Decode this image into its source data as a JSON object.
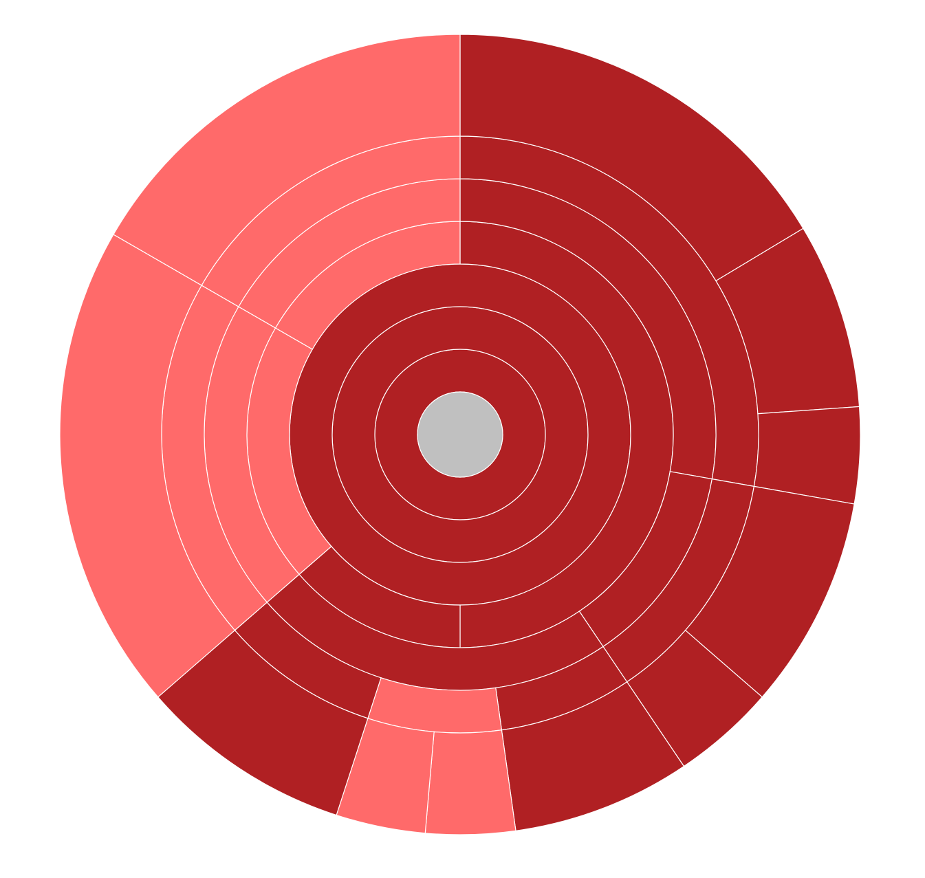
{
  "chart_data": {
    "type": "sunburst",
    "title": "",
    "colors": {
      "dark": "#B02023",
      "light": "#FF6A6A",
      "root": "#C0C0C0",
      "stroke": "#FFFFFF"
    },
    "root": {
      "name": "",
      "color": "#C0C0C0"
    },
    "segments": [
      {
        "level": 1,
        "start_deg": 0,
        "end_deg": 360,
        "tone": "dark"
      },
      {
        "level": 2,
        "start_deg": 0,
        "end_deg": 360,
        "tone": "dark"
      },
      {
        "level": 3,
        "start_deg": 0,
        "end_deg": 360,
        "tone": "dark"
      },
      {
        "level": 4,
        "start_deg": 0,
        "end_deg": 180,
        "tone": "dark"
      },
      {
        "level": 4,
        "start_deg": 180,
        "end_deg": 229,
        "tone": "dark"
      },
      {
        "level": 4,
        "start_deg": 229,
        "end_deg": 300,
        "tone": "light"
      },
      {
        "level": 4,
        "start_deg": 300,
        "end_deg": 360,
        "tone": "light"
      },
      {
        "level": 5,
        "start_deg": 0,
        "end_deg": 100,
        "tone": "dark"
      },
      {
        "level": 5,
        "start_deg": 100,
        "end_deg": 146,
        "tone": "dark"
      },
      {
        "level": 5,
        "start_deg": 146,
        "end_deg": 229,
        "tone": "dark"
      },
      {
        "level": 5,
        "start_deg": 229,
        "end_deg": 300,
        "tone": "light"
      },
      {
        "level": 5,
        "start_deg": 300,
        "end_deg": 360,
        "tone": "light"
      },
      {
        "level": 6,
        "start_deg": 0,
        "end_deg": 100,
        "tone": "dark"
      },
      {
        "level": 6,
        "start_deg": 100,
        "end_deg": 146,
        "tone": "dark"
      },
      {
        "level": 6,
        "start_deg": 146,
        "end_deg": 172,
        "tone": "dark"
      },
      {
        "level": 6,
        "start_deg": 172,
        "end_deg": 198,
        "tone": "light"
      },
      {
        "level": 6,
        "start_deg": 198,
        "end_deg": 229,
        "tone": "dark"
      },
      {
        "level": 6,
        "start_deg": 229,
        "end_deg": 300,
        "tone": "light"
      },
      {
        "level": 6,
        "start_deg": 300,
        "end_deg": 360,
        "tone": "light"
      },
      {
        "level": 7,
        "start_deg": 0,
        "end_deg": 59,
        "tone": "dark"
      },
      {
        "level": 7,
        "start_deg": 59,
        "end_deg": 86,
        "tone": "dark"
      },
      {
        "level": 7,
        "start_deg": 86,
        "end_deg": 100,
        "tone": "dark"
      },
      {
        "level": 7,
        "start_deg": 100,
        "end_deg": 131,
        "tone": "dark"
      },
      {
        "level": 7,
        "start_deg": 131,
        "end_deg": 146,
        "tone": "dark"
      },
      {
        "level": 7,
        "start_deg": 146,
        "end_deg": 172,
        "tone": "dark"
      },
      {
        "level": 7,
        "start_deg": 172,
        "end_deg": 185,
        "tone": "light"
      },
      {
        "level": 7,
        "start_deg": 185,
        "end_deg": 198,
        "tone": "light"
      },
      {
        "level": 7,
        "start_deg": 198,
        "end_deg": 229,
        "tone": "dark"
      },
      {
        "level": 7,
        "start_deg": 229,
        "end_deg": 300,
        "tone": "light"
      },
      {
        "level": 7,
        "start_deg": 300,
        "end_deg": 360,
        "tone": "light"
      }
    ]
  }
}
